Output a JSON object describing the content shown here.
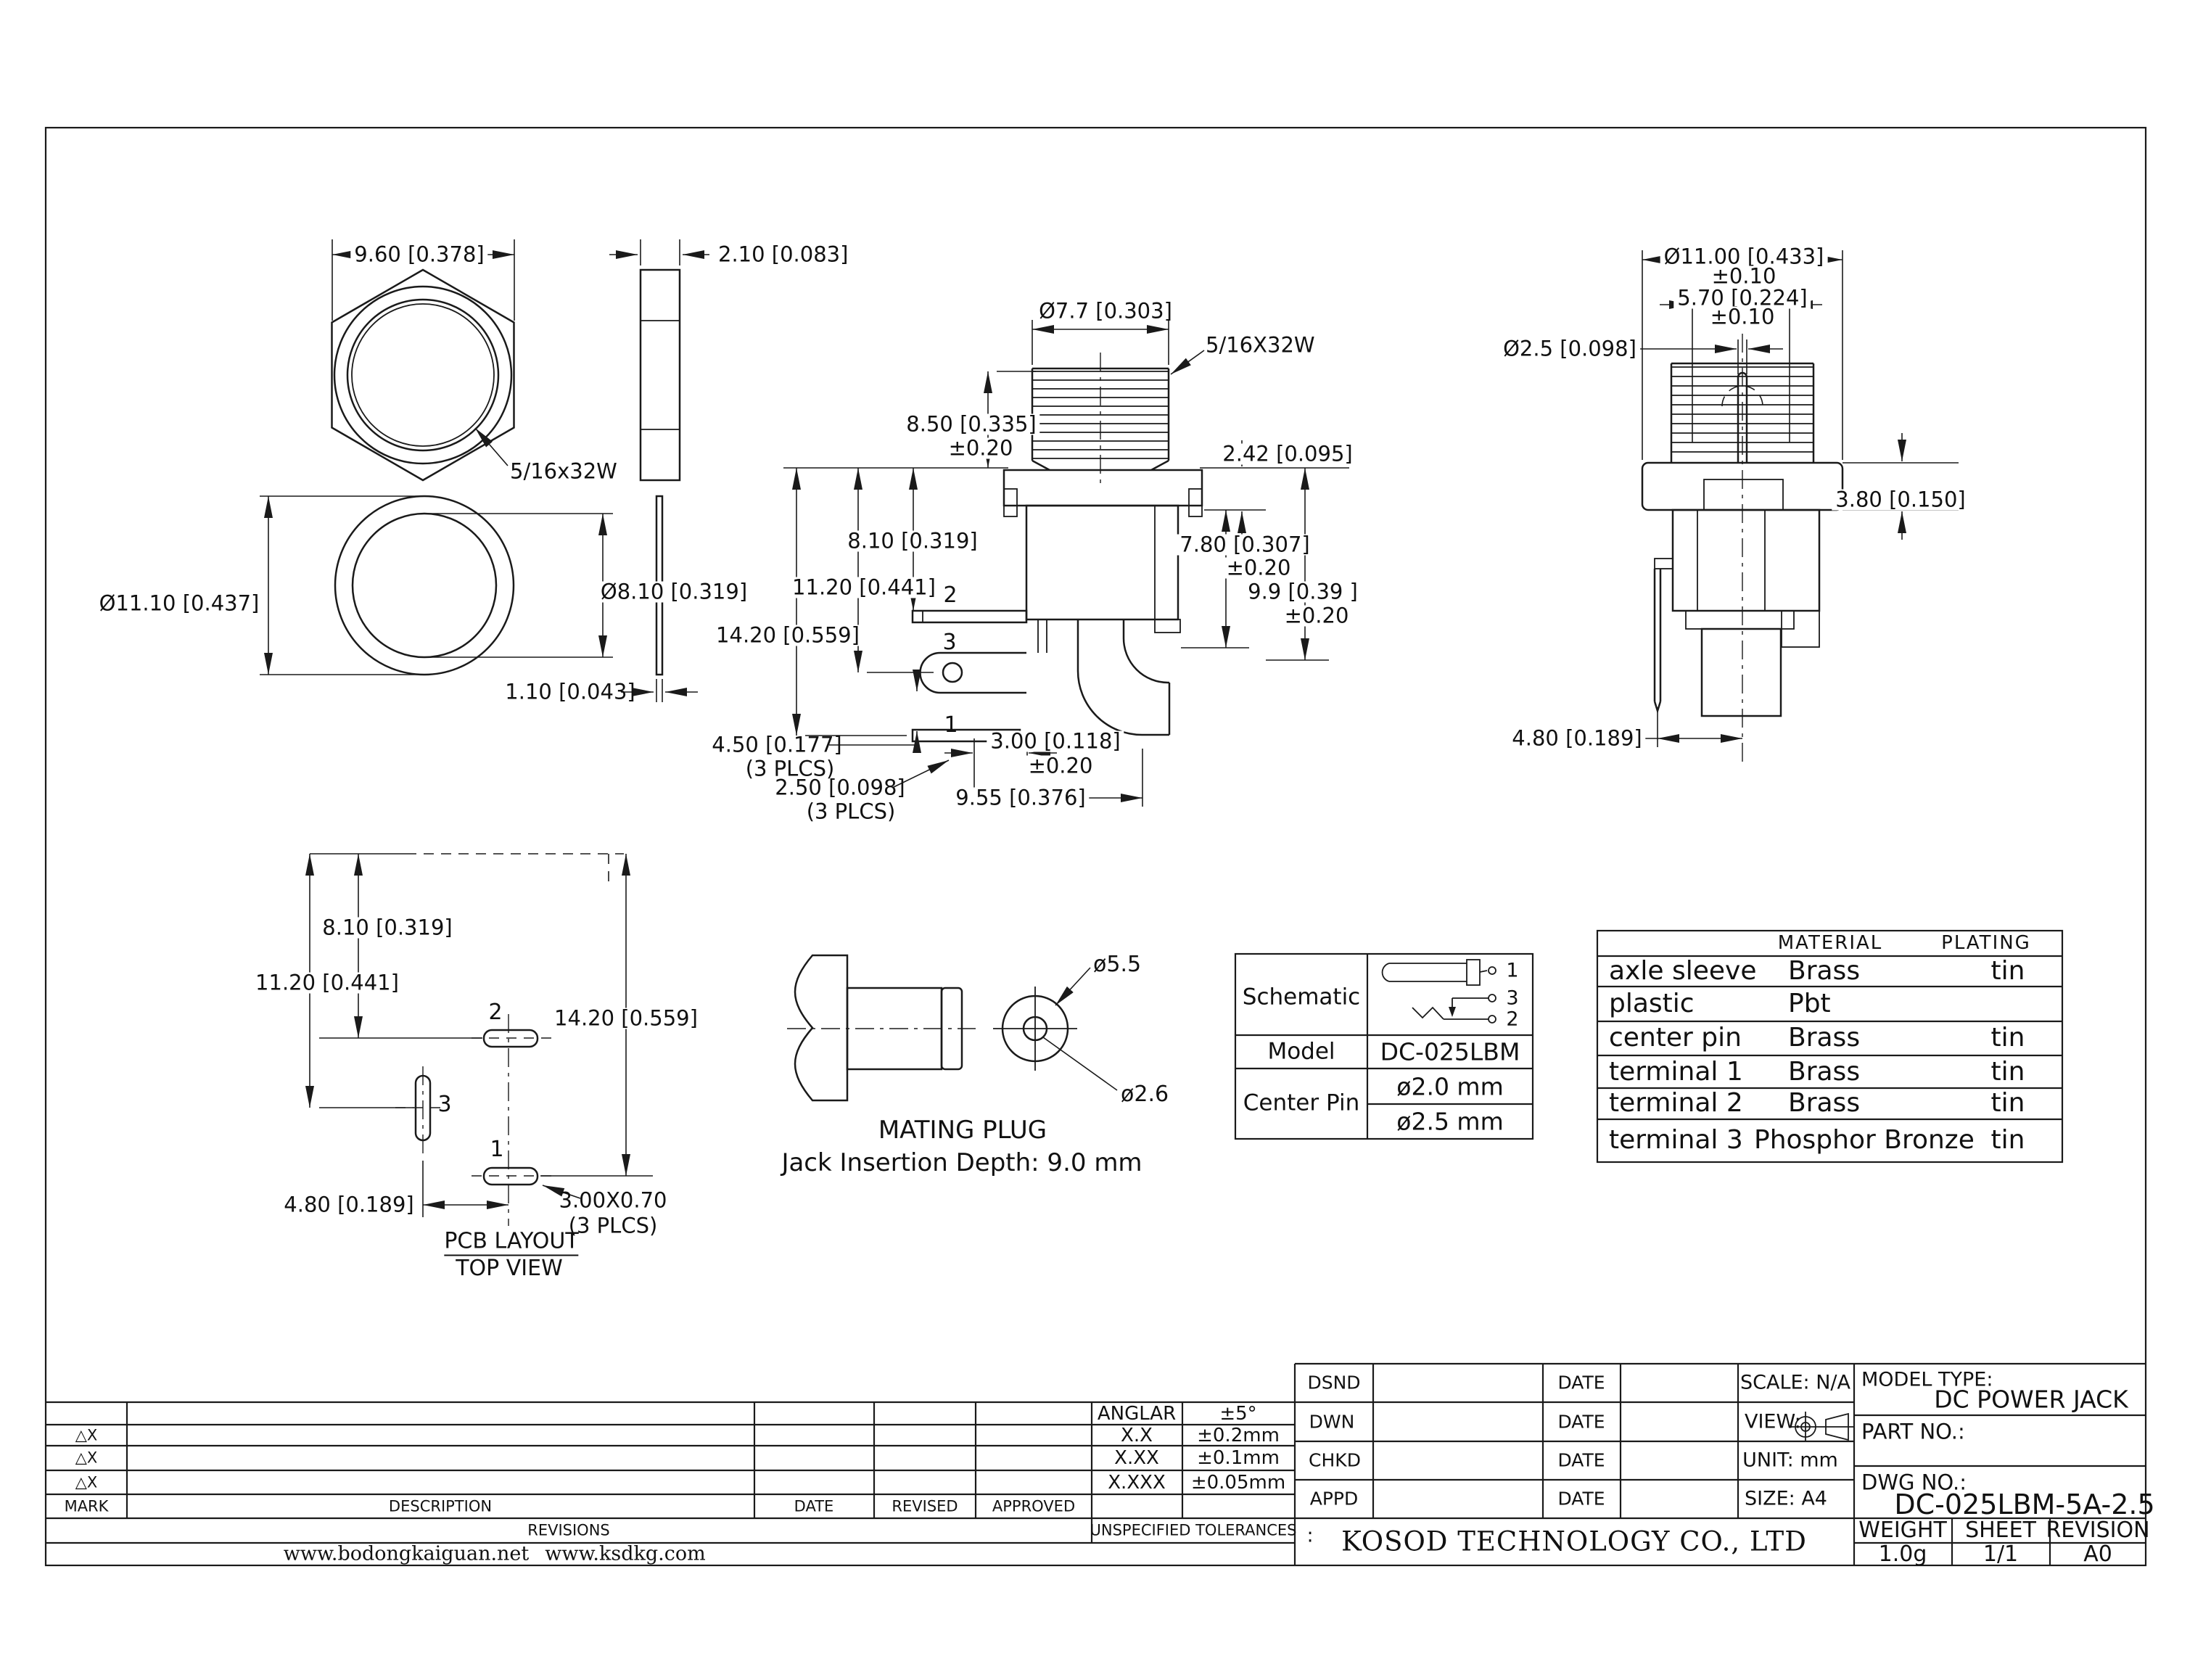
{
  "drawing": {
    "nut_front": {
      "dim_width": "9.60 [0.378]",
      "thread": "5/16x32W"
    },
    "nut_side": {
      "dim_thk": "2.10 [0.083]"
    },
    "washer_front": {
      "dim_od": "Ø11.10 [0.437]",
      "dim_id": "Ø8.10 [0.319]"
    },
    "washer_side": {
      "dim_thk": "1.10 [0.043]"
    },
    "side_view": {
      "dim_thread_dia": "Ø7.7 [0.303]",
      "thread": "5/16X32W",
      "dim_thread_len": "8.50 [0.335]",
      "dim_thread_len_tol": "±0.20",
      "dim_flange_thk": "2.42 [0.095]",
      "dim_body1": "8.10 [0.319]",
      "dim_body2": "11.20 [0.441]",
      "dim_body3": "14.20 [0.559]",
      "dim_right1": "7.80 [0.307]",
      "dim_right1_tol": "±0.20",
      "dim_right2": "9.9 [0.39 ]",
      "dim_right2_tol": "±0.20",
      "dim_pin_len": "4.50 [0.177]",
      "dim_pin_len_note": "(3 PLCS)",
      "dim_pin_w": "2.50 [0.098]",
      "dim_pin_w_note": "(3 PLCS)",
      "dim_tab": "3.00 [0.118]",
      "dim_tab_tol": "±0.20",
      "dim_span": "9.55 [0.376]",
      "pin1": "1",
      "pin2": "2",
      "pin3": "3"
    },
    "front_view": {
      "dim_od": "Ø11.00 [0.433]",
      "dim_od_tol": "±0.10",
      "dim_inner": "5.70 [0.224]",
      "dim_inner_tol": "±0.10",
      "dim_pin": "Ø2.5 [0.098]",
      "dim_flange": "3.80 [0.150]",
      "dim_offset": "4.80 [0.189]"
    },
    "pcb": {
      "dim1": "8.10 [0.319]",
      "dim2": "11.20 [0.441]",
      "dim3": "14.20 [0.559]",
      "dim4": "4.80 [0.189]",
      "pad_note1": "3.00X0.70",
      "pad_note2": "(3 PLCS)",
      "pad1": "1",
      "pad2": "2",
      "pad3": "3",
      "title": "PCB LAYOUT",
      "subtitle": "TOP VIEW"
    },
    "plug": {
      "dim_od": "ø5.5",
      "dim_id": "ø2.6",
      "title": "MATING PLUG",
      "note": "Jack Insertion Depth: 9.0 mm"
    }
  },
  "spec": {
    "schematic_label": "Schematic",
    "model_label": "Model",
    "model_value": "DC-025LBM",
    "center_pin_label": "Center Pin",
    "center_pin_v1": "ø2.0 mm",
    "center_pin_v2": "ø2.5 mm",
    "pin1": "1",
    "pin2": "2",
    "pin3": "3"
  },
  "materials": {
    "col_material": "MATERIAL",
    "col_plating": "PLATING",
    "rows": [
      {
        "part": "axle sleeve",
        "material": "Brass",
        "plating": "tin"
      },
      {
        "part": "plastic",
        "material": "Pbt",
        "plating": ""
      },
      {
        "part": "center pin",
        "material": "Brass",
        "plating": "tin"
      },
      {
        "part": "terminal 1",
        "material": "Brass",
        "plating": "tin"
      },
      {
        "part": "terminal 2",
        "material": "Brass",
        "plating": "tin"
      },
      {
        "part": "terminal 3",
        "material": "Phosphor Bronze",
        "plating": "tin"
      }
    ]
  },
  "revisions": {
    "mark": "MARK",
    "description": "DESCRIPTION",
    "date": "DATE",
    "revised": "REVISED",
    "approved": "APPROVED",
    "revisions": "REVISIONS",
    "unspecified": "UNSPECIFIED TOLERANCES",
    "row_marks": [
      "△X",
      "△X",
      "△X"
    ],
    "tol": [
      [
        "ANGLAR",
        "±5°"
      ],
      [
        "X.X",
        "±0.2mm"
      ],
      [
        "X.XX",
        "±0.1mm"
      ],
      [
        "X.XXX",
        "±0.05mm"
      ]
    ],
    "site1": "www.bodongkaiguan.net",
    "site2": "www.ksdkg.com"
  },
  "title_block": {
    "dsnd": "DSND",
    "dwn": "DWN",
    "chkd": "CHKD",
    "appd": "APPD",
    "date": "DATE",
    "scale": "SCALE: N/A",
    "view": "VIEW:",
    "unit": "UNIT: mm",
    "size": "SIZE: A4",
    "model_type_label": "MODEL TYPE:",
    "model_type": "DC POWER JACK",
    "part_no_label": "PART NO.:",
    "dwg_no_label": "DWG NO.:",
    "dwg_no": "DC-025LBM-5A-2.5",
    "company_mark": ":",
    "company": "KOSOD TECHNOLOGY CO., LTD",
    "weight_label": "WEIGHT",
    "weight": "1.0g",
    "sheet_label": "SHEET",
    "sheet": "1/1",
    "revision_label": "REVISION",
    "revision": "A0"
  }
}
